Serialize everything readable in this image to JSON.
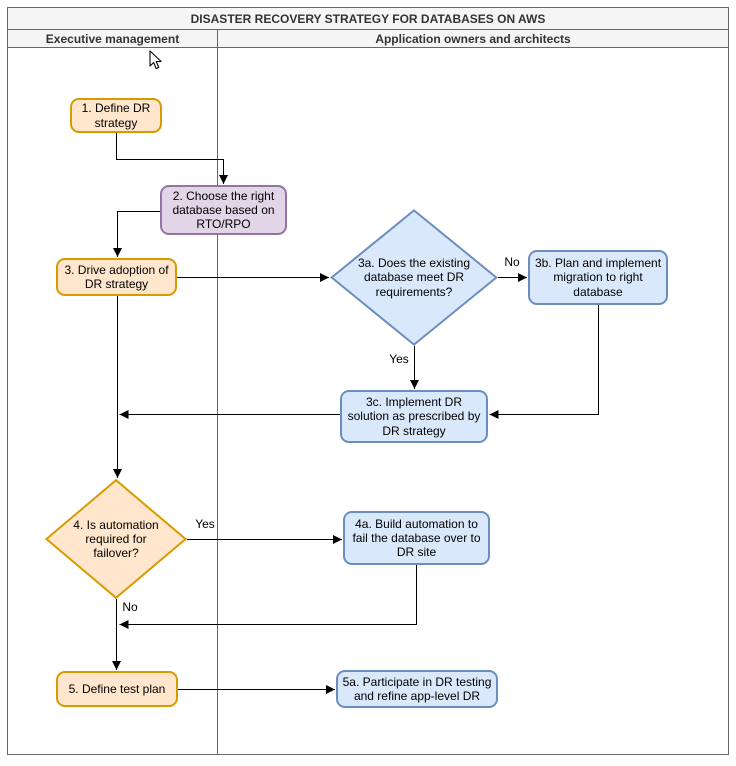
{
  "title": "DISASTER RECOVERY STRATEGY FOR DATABASES ON AWS",
  "lanes": [
    {
      "label": "Executive management"
    },
    {
      "label": "Application owners and architects"
    }
  ],
  "nodes": {
    "n1": {
      "label": "1. Define DR strategy",
      "shape": "rounded-rectangle",
      "style": "orange",
      "lane": "Executive management"
    },
    "n2": {
      "label": "2. Choose the right database based on RTO/RPO",
      "shape": "rounded-rectangle",
      "style": "purple",
      "lane": "both"
    },
    "n3": {
      "label": "3. Drive adoption of DR strategy",
      "shape": "rounded-rectangle",
      "style": "orange",
      "lane": "Executive management"
    },
    "n3a": {
      "label": "3a. Does the existing database meet DR requirements?",
      "shape": "decision-diamond",
      "style": "blue",
      "lane": "Application owners and architects"
    },
    "n3b": {
      "label": "3b. Plan and implement migration to right database",
      "shape": "rounded-rectangle",
      "style": "blue",
      "lane": "Application owners and architects"
    },
    "n3c": {
      "label": "3c. Implement DR solution as prescribed by DR strategy",
      "shape": "rounded-rectangle",
      "style": "blue",
      "lane": "Application owners and architects"
    },
    "n4": {
      "label": "4. Is automation required for failover?",
      "shape": "decision-diamond",
      "style": "orange",
      "lane": "Executive management"
    },
    "n4a": {
      "label": "4a. Build automation to fail the database over to DR site",
      "shape": "rounded-rectangle",
      "style": "blue",
      "lane": "Application owners and architects"
    },
    "n5": {
      "label": "5. Define test plan",
      "shape": "rounded-rectangle",
      "style": "orange",
      "lane": "Executive management"
    },
    "n5a": {
      "label": "5a. Participate in DR testing and refine app-level DR",
      "shape": "rounded-rectangle",
      "style": "blue",
      "lane": "Application owners and architects"
    }
  },
  "edge_labels": {
    "n3a_no": "No",
    "n3a_yes": "Yes",
    "n4_yes": "Yes",
    "n4_no": "No"
  },
  "colors": {
    "orange_fill": "#FFE6CC",
    "orange_stroke": "#D79B00",
    "blue_fill": "#DAE8FC",
    "blue_stroke": "#6C8EBF",
    "purple_fill": "#E1D5E7",
    "purple_stroke": "#9673A6",
    "frame_gray": "#666666",
    "header_bg": "#F5F5F5",
    "edge_color": "#000000"
  }
}
